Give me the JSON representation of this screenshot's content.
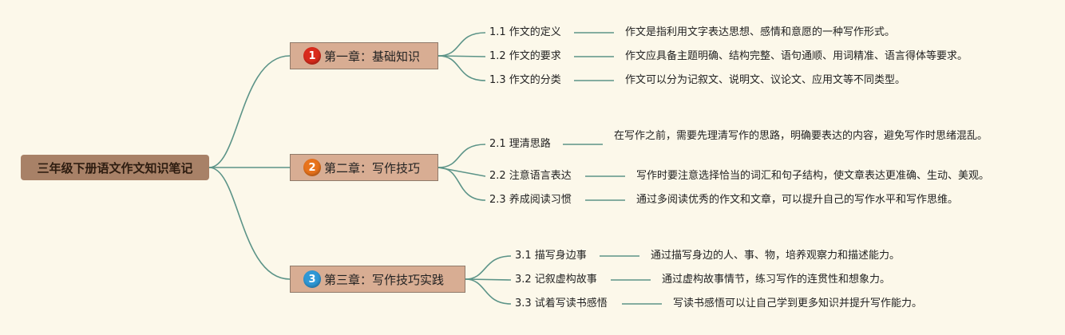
{
  "root": {
    "title": "三年级下册语文作文知识笔记"
  },
  "colors": {
    "background": "#fcf8ea",
    "line": "#5c9488",
    "root_fill": "#a88167",
    "chapter_fill": "#d8ad93"
  },
  "chapters": [
    {
      "badge": "1",
      "badge_color": "#d92b1c",
      "title": "第一章：基础知识",
      "items": [
        {
          "label": "1.1 作文的定义",
          "description": "作文是指利用文字表达思想、感情和意愿的一种写作形式。"
        },
        {
          "label": "1.2 作文的要求",
          "description": "作文应具备主题明确、结构完整、语句通顺、用词精准、语言得体等要求。"
        },
        {
          "label": "1.3 作文的分类",
          "description": "作文可以分为记叙文、说明文、议论文、应用文等不同类型。"
        }
      ]
    },
    {
      "badge": "2",
      "badge_color": "#e8731c",
      "title": "第二章：写作技巧",
      "items": [
        {
          "label": "2.1 理清思路",
          "description": "在写作之前，需要先理清写作的思路，明确要表达的内容，避免写作时思绪混乱。"
        },
        {
          "label": "2.2 注意语言表达",
          "description": "写作时要注意选择恰当的词汇和句子结构，使文章表达更准确、生动、美观。"
        },
        {
          "label": "2.3 养成阅读习惯",
          "description": "通过多阅读优秀的作文和文章，可以提升自己的写作水平和写作思维。"
        }
      ]
    },
    {
      "badge": "3",
      "badge_color": "#2f98d6",
      "title": "第三章：写作技巧实践",
      "items": [
        {
          "label": "3.1 描写身边事",
          "description": "通过描写身边的人、事、物，培养观察力和描述能力。"
        },
        {
          "label": "3.2 记叙虚构故事",
          "description": "通过虚构故事情节，练习写作的连贯性和想象力。"
        },
        {
          "label": "3.3 试着写读书感悟",
          "description": "写读书感悟可以让自己学到更多知识并提升写作能力。"
        }
      ]
    }
  ]
}
